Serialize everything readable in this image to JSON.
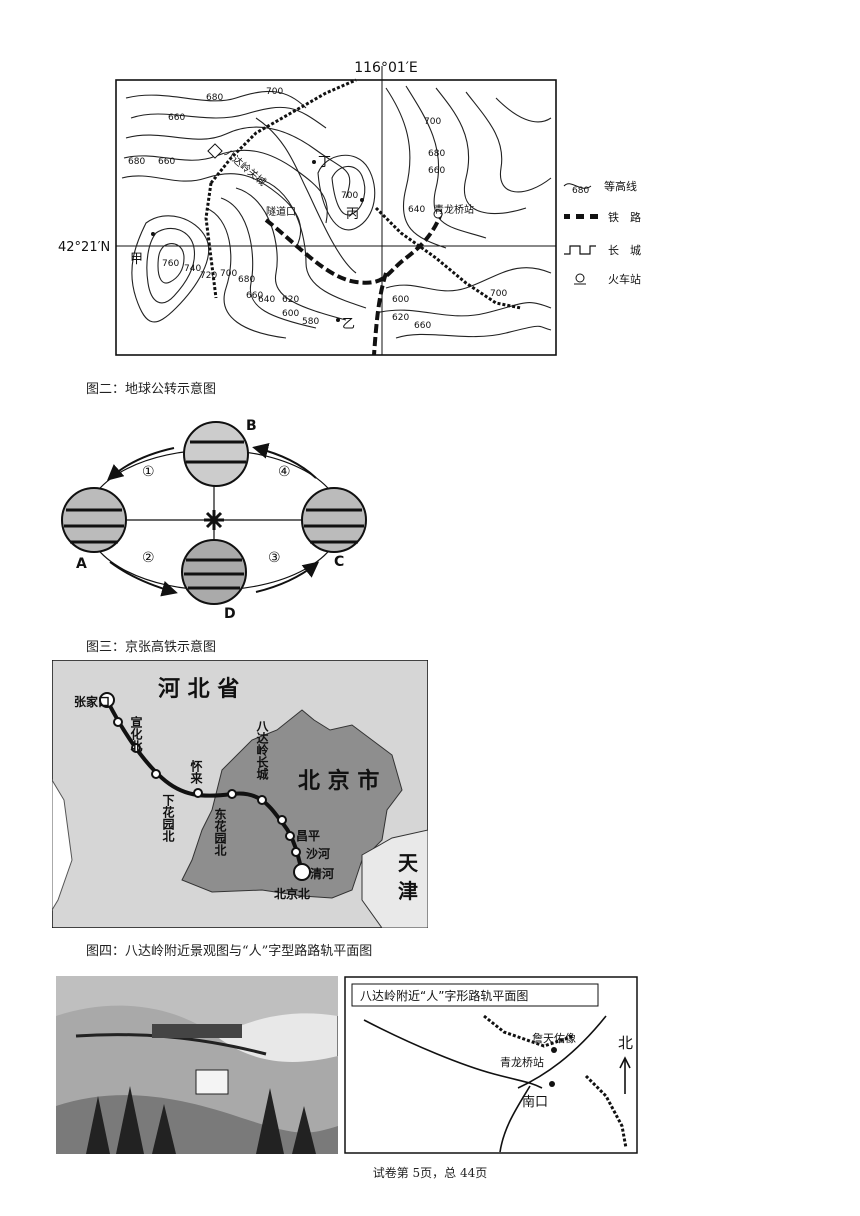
{
  "fig1": {
    "lon_label": "116°01′E",
    "lat_label": "42°21′N",
    "contour_labels": [
      "680",
      "660",
      "700",
      "700",
      "680",
      "660",
      "680",
      "660",
      "700",
      "640",
      "760",
      "740",
      "720",
      "700",
      "680",
      "660",
      "640",
      "620",
      "600",
      "580",
      "600",
      "620",
      "660",
      "700"
    ],
    "point_labels": {
      "jia": "甲",
      "yi": "乙",
      "bing": "丙",
      "ding": "丁"
    },
    "place_labels": {
      "pass": "八达岭关城",
      "tunnel": "隧道口",
      "station": "青龙桥站"
    },
    "legend": [
      {
        "sample": "680",
        "label": "等高线"
      },
      {
        "label": "铁　路"
      },
      {
        "label": "长　城"
      },
      {
        "label": "火车站"
      }
    ]
  },
  "fig2": {
    "caption": "图二：地球公转示意图",
    "positions": [
      "A",
      "B",
      "C",
      "D"
    ],
    "segments": [
      "①",
      "②",
      "③",
      "④"
    ]
  },
  "fig3": {
    "caption": "图三：京张高铁示意图",
    "regions": {
      "hebei": "河 北 省",
      "beijing": "北 京 市",
      "tianjin_1": "天",
      "tianjin_2": "津"
    },
    "stations": [
      "张家口",
      "宣化北",
      "下花园北",
      "怀来",
      "东花园北",
      "八达岭长城",
      "昌平",
      "沙河",
      "清河",
      "北京北"
    ]
  },
  "fig4": {
    "caption": "图四：八达岭附近景观图与“人”字型路路轨平面图",
    "plan_title": "八达岭附近“人”字形路轨平面图",
    "labels": {
      "statue": "詹天佑像",
      "station": "青龙桥站",
      "nankou": "南口",
      "north": "北"
    }
  },
  "footer": "试卷第 5页，总 44页"
}
